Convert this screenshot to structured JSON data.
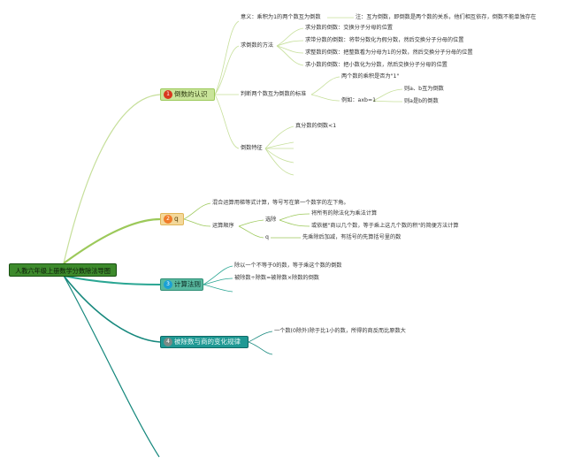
{
  "colors": {
    "root_bg": "#3d8a2c",
    "branch1_bg": "#c9e49a",
    "branch2_bg": "#f3d89a",
    "branch3_bg": "#59b9a0",
    "branch4_bg": "#1f9994",
    "line_light": "#c6df9a",
    "line_olive": "#9cc95a",
    "line_teal": "#2aa693",
    "line_dark_teal": "#16887d"
  },
  "root": {
    "label": "人教六年级上册数学分数除法导图"
  },
  "branches": [
    {
      "badge": "1",
      "label": "倒数的认识",
      "sub": {
        "meaning": {
          "label": "意义：乘积为1的两个数互为倒数",
          "note": "注：互为倒数，即倒数是两个数的关系，他们相互依存，倒数不能单独存在"
        },
        "method": {
          "label": "求倒数的方法",
          "items": [
            "求分数的倒数：交换分子分母的位置",
            "求带分数的倒数：将带分数化为假分数，然后交换分子分母的位置",
            "求整数的倒数：把整数看为分母为1的分数，然后交换分子分母的位置",
            "求小数的倒数：把小数化为分数，然后交换分子分母的位置"
          ]
        },
        "judge": {
          "label": "判断两个数互为倒数的标准",
          "rule": "两个数的乘积是否为\"1\"",
          "example": "例如：axb=1",
          "results": [
            "则a、b互为倒数",
            "则a是b的倒数"
          ]
        },
        "feature": {
          "label": "倒数特征",
          "items": [
            "真分数的倒数<1"
          ]
        }
      }
    },
    {
      "badge": "2",
      "label": "q",
      "sub": {
        "mixed": "混合运算用梯等式计算，等号写在第一个数字的左下角。",
        "order": {
          "label": "运算顺序",
          "except_label": "选除",
          "except_items": [
            "将所有的除法化为乘法计算",
            "或依据\"商以几个数，等于乘上这几个数的积\"的简便方法计算"
          ],
          "q_label": "q",
          "q_item": "先乘除后加减，有括号的先算括号里的数"
        }
      }
    },
    {
      "badge": "3",
      "label": "计算法则",
      "sub": {
        "items": [
          "除以一个不等于0的数，等于乘这个数的倒数",
          "被除数÷除数=被除数×除数的倒数"
        ]
      }
    },
    {
      "badge": "4",
      "label": "被除数与商的变化规律",
      "sub": {
        "items": [
          "一个数(0除外)除于比1小的数，所得的商反而比原数大"
        ]
      }
    }
  ]
}
